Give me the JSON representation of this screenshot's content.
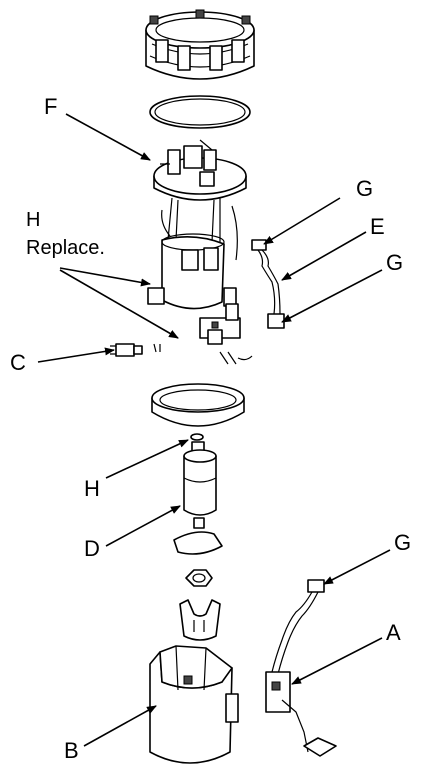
{
  "labels": {
    "F": "F",
    "G_top": "G",
    "H_top": "H",
    "replace": "Replace.",
    "E": "E",
    "G_mid": "G",
    "C": "C",
    "H_bottom": "H",
    "D": "D",
    "G_bottom": "G",
    "A": "A",
    "B": "B"
  }
}
